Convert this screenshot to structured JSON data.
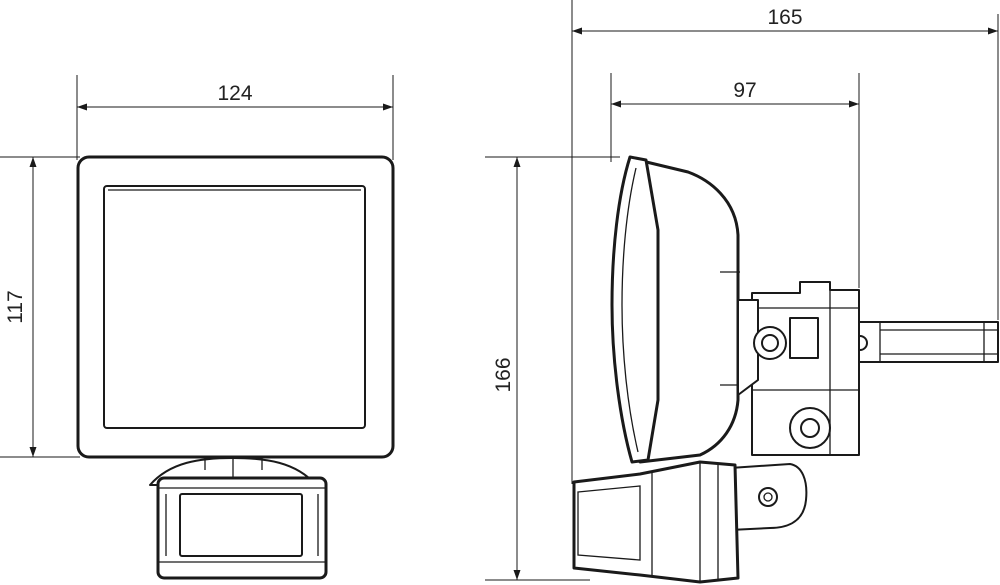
{
  "dimensions": {
    "front_width": "124",
    "front_height": "117",
    "side_total_depth": "165",
    "side_head_depth": "97",
    "side_total_height": "166"
  }
}
